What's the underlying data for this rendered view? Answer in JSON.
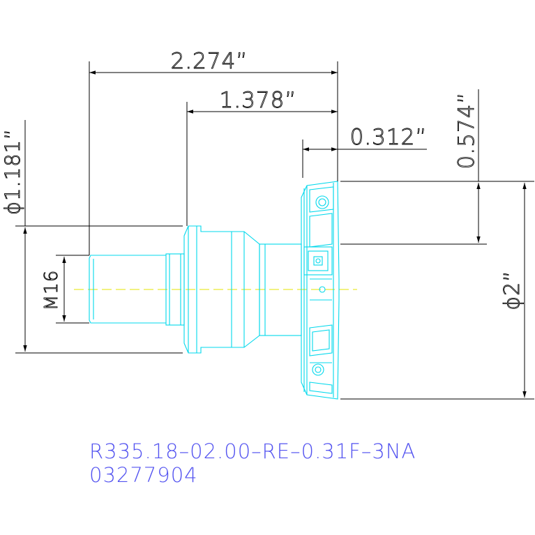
{
  "dimensions": {
    "overall_length": "2.274”",
    "shank_to_face": "1.378”",
    "head_width": "0.312”",
    "cut_depth": "0.574”",
    "shank_diameter": "ϕ1.181”",
    "thread": "M16",
    "cutter_diameter": "ϕ2”"
  },
  "part": {
    "number": "R335.18–02.00–RE–0.31F–3NA",
    "code": "03277904"
  },
  "colors": {
    "outline": "#00d8ec",
    "centerline": "#e6e600",
    "dimensions": "#000000",
    "label": "#5353f0"
  }
}
